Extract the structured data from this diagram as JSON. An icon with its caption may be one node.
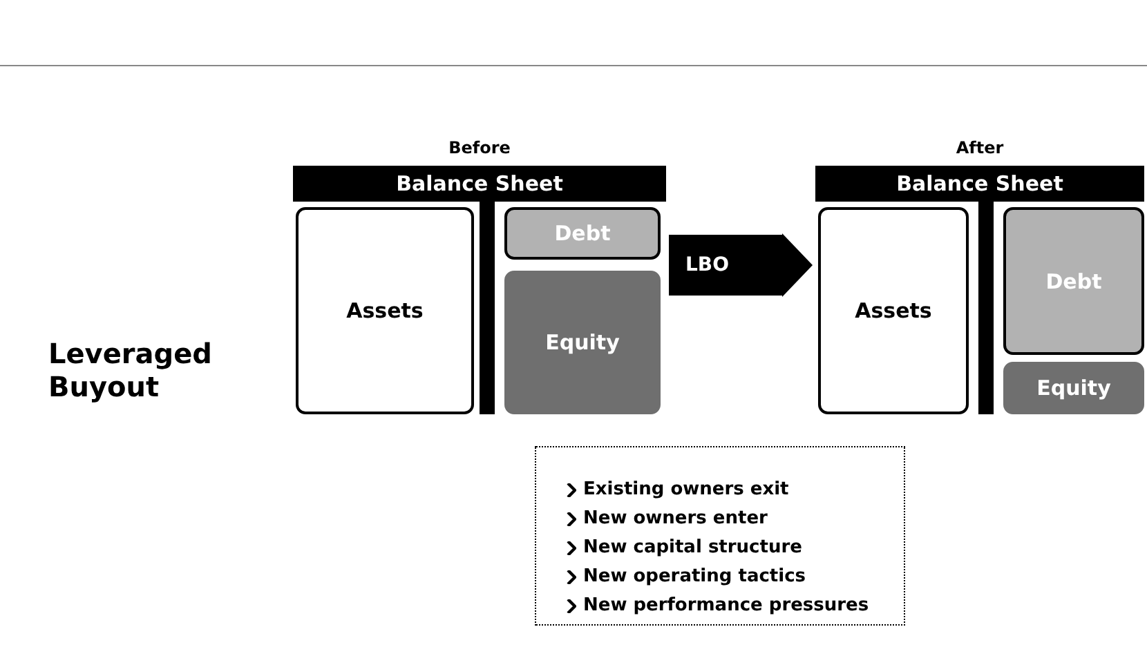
{
  "diagram": {
    "nodes": [
      {
        "text": [
          "Balance Sheet"
        ],
        "beside": [
          "Before"
        ]
      },
      {
        "text": [
          "Assets"
        ],
        "in": 0
      },
      {
        "text": [
          "Debt"
        ],
        "in": 0
      },
      {
        "text": [
          "Equity"
        ],
        "in": 0
      },
      {
        "text": [
          "Balance Sheet"
        ],
        "beside": [
          "After"
        ]
      },
      {
        "text": [
          "Assets"
        ],
        "in": 4
      },
      {
        "text": [
          "Debt"
        ],
        "in": 4
      },
      {
        "text": [
          "Equity"
        ],
        "in": 4
      },
      {
        "text": [
          "Existing owners exit",
          "New owners enter",
          "New capital structure",
          "New operating tactics",
          "New performance pressures"
        ]
      }
    ],
    "edges": [
      {
        "from": 0,
        "to": 4,
        "arrow": "to",
        "label": "LBO"
      }
    ],
    "labels": [
      "Leveraged Buyout"
    ]
  }
}
